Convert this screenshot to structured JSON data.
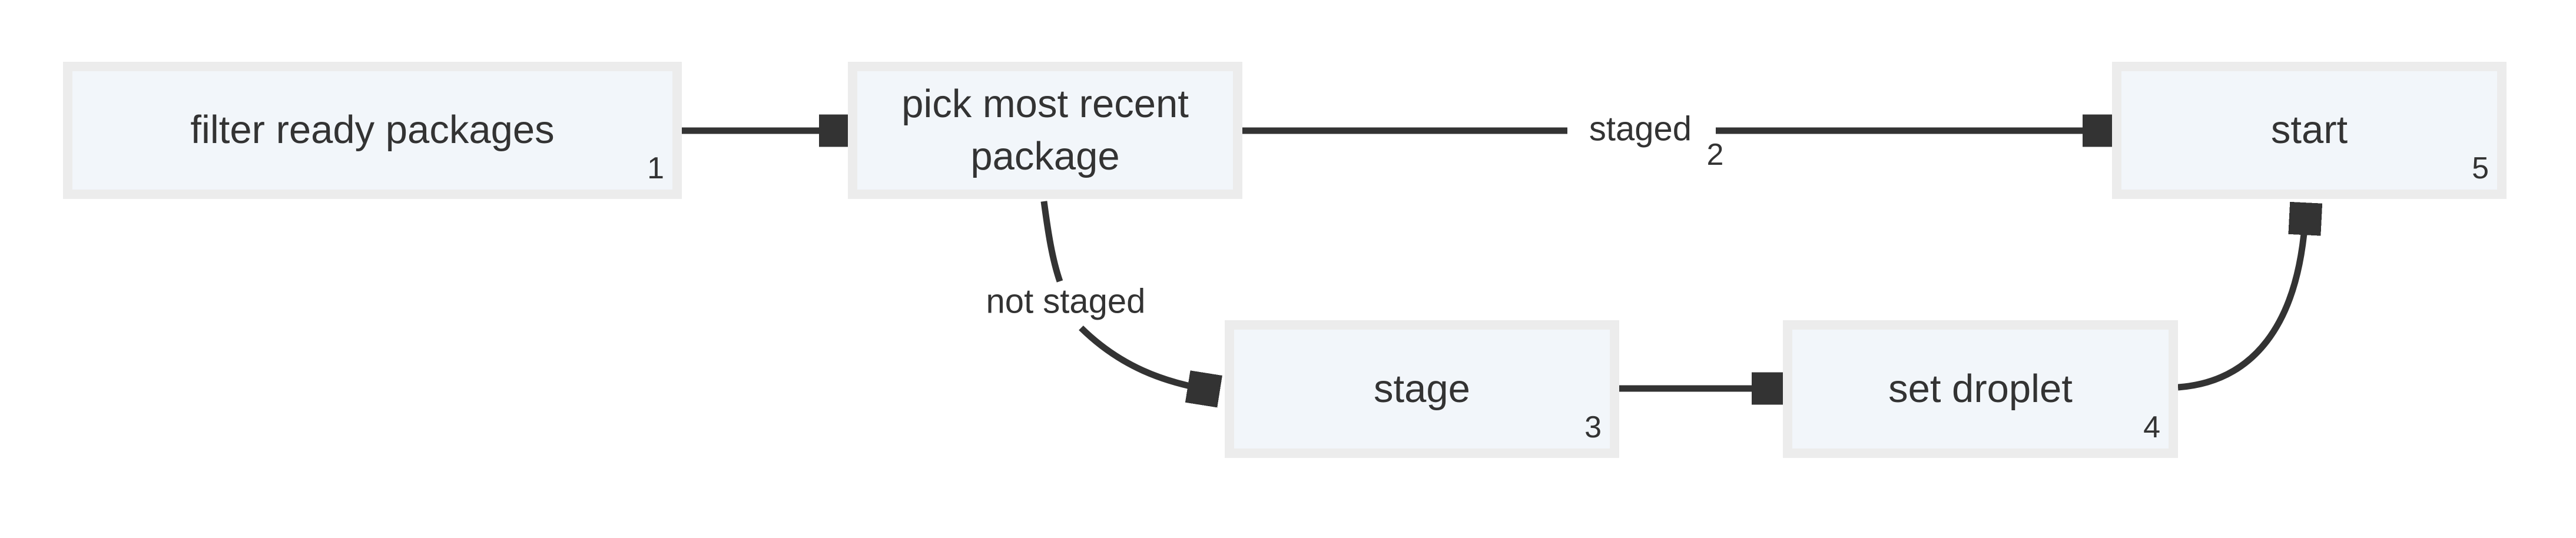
{
  "diagram": {
    "kind": "flowchart-trace",
    "background": "#ffffff",
    "colors": {
      "node_fill": "#f2f6fa",
      "node_border": "#ececec",
      "text": "#333333",
      "edge": "#333333"
    },
    "nodes": {
      "filter": {
        "label": "filter ready packages",
        "seq": "1"
      },
      "pick": {
        "label": "pick most recent package"
      },
      "stage": {
        "label": "stage",
        "seq": "3"
      },
      "droplet": {
        "label": "set droplet",
        "seq": "4"
      },
      "start": {
        "label": "start",
        "seq": "5"
      }
    },
    "edges": {
      "filter_to_pick": {
        "from": "filter ready packages",
        "to": "pick most recent package"
      },
      "pick_to_start": {
        "from": "pick most recent package",
        "to": "start",
        "label": "staged",
        "seq": "2"
      },
      "pick_to_stage": {
        "from": "pick most recent package",
        "to": "stage",
        "label": "not staged"
      },
      "stage_to_droplet": {
        "from": "stage",
        "to": "set droplet"
      },
      "droplet_to_start": {
        "from": "set droplet",
        "to": "start"
      }
    }
  }
}
